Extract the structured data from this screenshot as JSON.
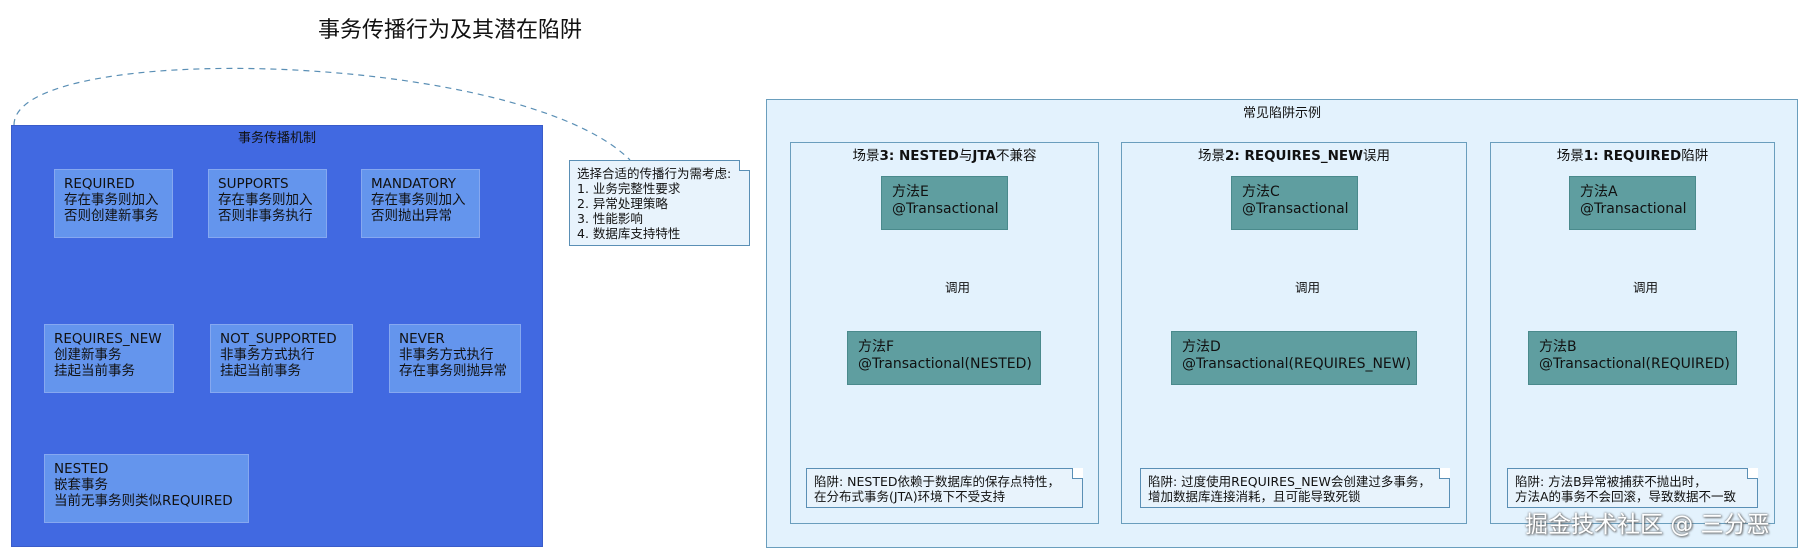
{
  "title": "事务传播行为及其潜在陷阱",
  "propagation": {
    "title": "事务传播机制",
    "nodes": [
      {
        "name": "REQUIRED",
        "line1": "存在事务则加入",
        "line2": "否则创建新事务"
      },
      {
        "name": "SUPPORTS",
        "line1": "存在事务则加入",
        "line2": "否则非事务执行"
      },
      {
        "name": "MANDATORY",
        "line1": "存在事务则加入",
        "line2": "否则抛出异常"
      },
      {
        "name": "REQUIRES_NEW",
        "line1": "创建新事务",
        "line2": "挂起当前事务"
      },
      {
        "name": "NOT_SUPPORTED",
        "line1": "非事务方式执行",
        "line2": "挂起当前事务"
      },
      {
        "name": "NEVER",
        "line1": "非事务方式执行",
        "line2": "存在事务则抛异常"
      },
      {
        "name": "NESTED",
        "line1": "嵌套事务",
        "line2": "当前无事务则类似REQUIRED"
      }
    ]
  },
  "note": {
    "heading": "选择合适的传播行为需考虑:",
    "items": [
      "1. 业务完整性要求",
      "2. 异常处理策略",
      "3. 性能影响",
      "4. 数据库支持特性"
    ]
  },
  "pitfalls": {
    "title": "常见陷阱示例",
    "scenes": [
      {
        "prefix": "场景",
        "num": "3: ",
        "bold": "NESTED",
        "mid": "与",
        "bold2": "JTA",
        "suffix": "不兼容",
        "caller": {
          "name": "方法E",
          "annotation": "@Transactional"
        },
        "call_label": "调用",
        "callee": {
          "name": "方法F",
          "annotation": "@Transactional(NESTED)"
        },
        "pitfall_line1": "陷阱: NESTED依赖于数据库的保存点特性，",
        "pitfall_line2": "在分布式事务(JTA)环境下不受支持"
      },
      {
        "prefix": "场景",
        "num": "2: ",
        "bold": "REQUIRES_NEW",
        "mid": "",
        "bold2": "",
        "suffix": "误用",
        "caller": {
          "name": "方法C",
          "annotation": "@Transactional"
        },
        "call_label": "调用",
        "callee": {
          "name": "方法D",
          "annotation": "@Transactional(REQUIRES_NEW)"
        },
        "pitfall_line1": "陷阱: 过度使用REQUIRES_NEW会创建过多事务，",
        "pitfall_line2": "增加数据库连接消耗，且可能导致死锁"
      },
      {
        "prefix": "场景",
        "num": "1: ",
        "bold": "REQUIRED",
        "mid": "",
        "bold2": "",
        "suffix": "陷阱",
        "caller": {
          "name": "方法A",
          "annotation": "@Transactional"
        },
        "call_label": "调用",
        "callee": {
          "name": "方法B",
          "annotation": "@Transactional(REQUIRED)"
        },
        "pitfall_line1": "陷阱: 方法B异常被捕获不抛出时，",
        "pitfall_line2": "方法A的事务不会回滚，导致数据不一致"
      }
    ]
  },
  "watermark": "掘金技术社区 @ 三分恶",
  "colors": {
    "left_package": "#4169e1",
    "propagation_node": "#6495ed",
    "method_node": "#5f9ea0",
    "right_package": "#e3f2fd",
    "note": "#e8f3fc"
  }
}
